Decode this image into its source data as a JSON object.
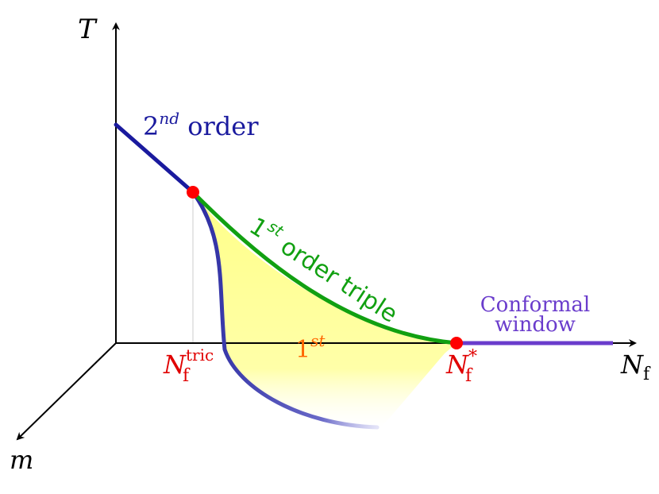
{
  "axes": {
    "t_label": "T",
    "m_label": "m",
    "nf_label": "N",
    "nf_sub": "f"
  },
  "labels": {
    "second_order": {
      "base": "2",
      "sup": "nd",
      "rest": " order"
    },
    "first_order_triple": {
      "base": "1",
      "sup": "st",
      "rest": " order triple"
    },
    "first_region": {
      "base": "1",
      "sup": "st"
    },
    "conformal_window": [
      "Conformal",
      "window"
    ],
    "nf_tric": {
      "base": "N",
      "sup": "tric",
      "sub": "f"
    },
    "nf_star": {
      "base": "N",
      "sup": "*",
      "sub": "f"
    }
  },
  "colors": {
    "axis": "#000000",
    "second_order_line": "#1a1a9e",
    "first_order_line": "#11a011",
    "conformal_line": "#6a3ccc",
    "critical_points": "#ff0000",
    "first_region_fill": "#ffff99",
    "first_region_label": "#ff6600",
    "red_labels": "#e00000"
  }
}
